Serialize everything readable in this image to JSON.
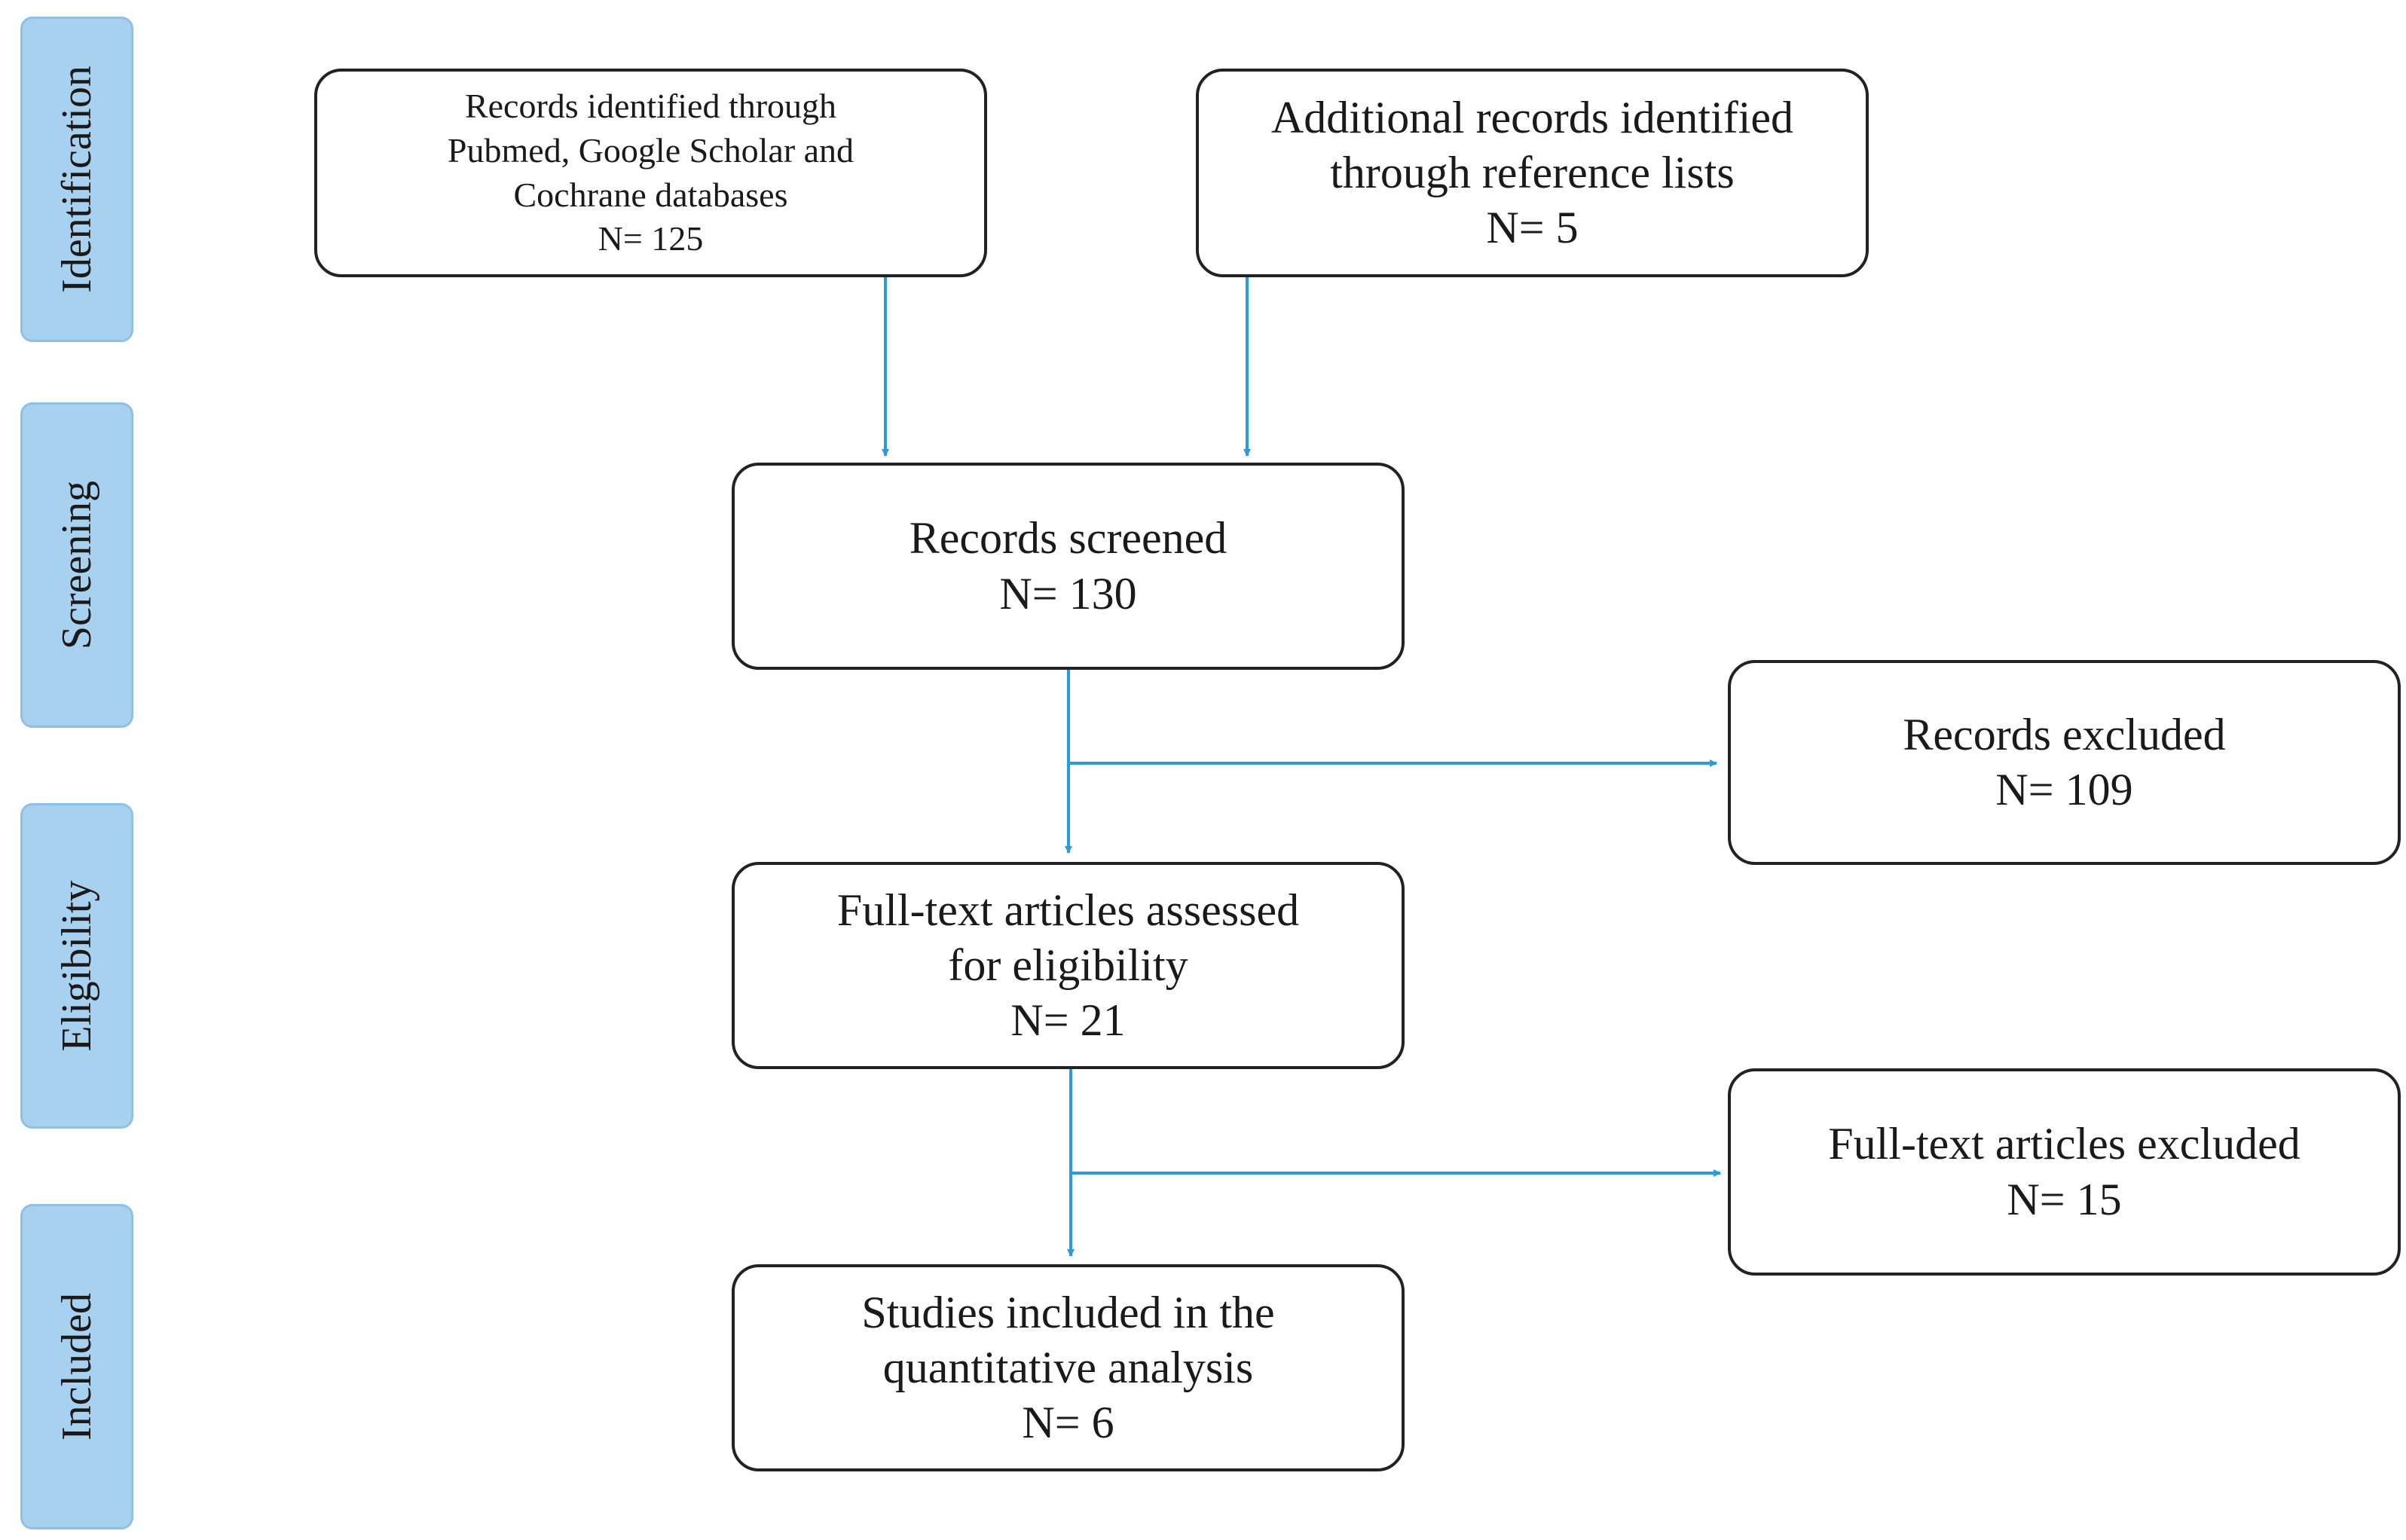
{
  "stages": {
    "identification": "Identification",
    "screening": "Screening",
    "eligibility": "Eligibility",
    "included": "Included"
  },
  "boxes": {
    "database_records": {
      "lines": [
        "Records identified through",
        "Pubmed, Google Scholar and",
        "Cochrane databases",
        "N= 125"
      ]
    },
    "additional_records": {
      "lines": [
        "Additional records identified",
        "through reference lists",
        "N= 5"
      ]
    },
    "records_screened": {
      "lines": [
        "Records screened",
        "N= 130"
      ]
    },
    "records_excluded": {
      "lines": [
        "Records excluded",
        "N= 109"
      ]
    },
    "fulltext_assessed": {
      "lines": [
        "Full-text articles assessed",
        "for eligibility",
        "N=  21"
      ]
    },
    "fulltext_excluded": {
      "lines": [
        "Full-text articles excluded",
        "N= 15"
      ]
    },
    "studies_included": {
      "lines": [
        "Studies included in the",
        "quantitative analysis",
        "N=  6"
      ]
    }
  },
  "colors": {
    "stage_fill": "#a8d0ef",
    "stage_border": "#8fc0e6",
    "arrow": "#2a9ad8",
    "box_border": "#222222"
  }
}
